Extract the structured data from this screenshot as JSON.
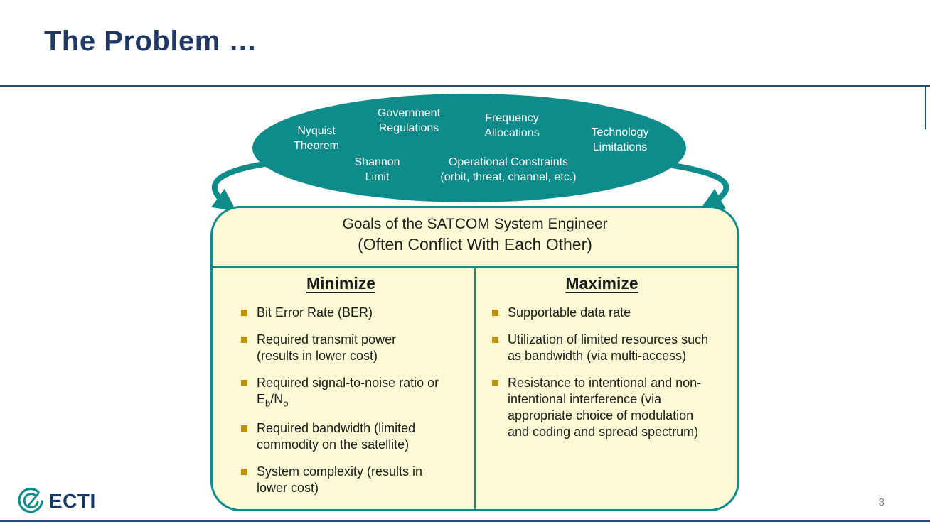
{
  "slide": {
    "title": "The Problem …",
    "page_number": "3",
    "logo_text": "ECTI"
  },
  "theme": {
    "teal": "#0E8C8C",
    "navy_title": "#1F3864",
    "frame_line_blue": "#1F4E79",
    "goals_box_fill": "#FCFAD5",
    "bullet_gold": "#BF9000",
    "body_text": "#1A1A1A",
    "ellipse_text": "#FFFFFF"
  },
  "constraints_ellipse": {
    "items": [
      {
        "text": "Nyquist\nTheorem"
      },
      {
        "text": "Government\nRegulations"
      },
      {
        "text": "Frequency\nAllocations"
      },
      {
        "text": "Technology\nLimitations"
      },
      {
        "text": "Shannon\nLimit"
      },
      {
        "text": "Operational Constraints\n(orbit, threat, channel, etc.)"
      }
    ]
  },
  "goals_box": {
    "header_line1": "Goals of the SATCOM System Engineer",
    "header_line2": "(Often Conflict With Each Other)",
    "minimize": {
      "heading": "Minimize",
      "items": [
        {
          "text": "Bit Error Rate (BER)"
        },
        {
          "text": "Required transmit power (results in lower cost)"
        },
        {
          "pre": "Required signal-to-noise ratio or E",
          "sub1": "b",
          "mid": "/N",
          "sub2": "o"
        },
        {
          "text": "Required bandwidth (limited commodity on the satellite)"
        },
        {
          "text": "System complexity (results in lower cost)"
        }
      ]
    },
    "maximize": {
      "heading": "Maximize",
      "items": [
        {
          "text": "Supportable data rate"
        },
        {
          "text": "Utilization of limited resources such as bandwidth (via multi-access)"
        },
        {
          "text": "Resistance to intentional and non-intentional interference (via appropriate choice of modulation and coding and spread spectrum)"
        }
      ]
    }
  }
}
